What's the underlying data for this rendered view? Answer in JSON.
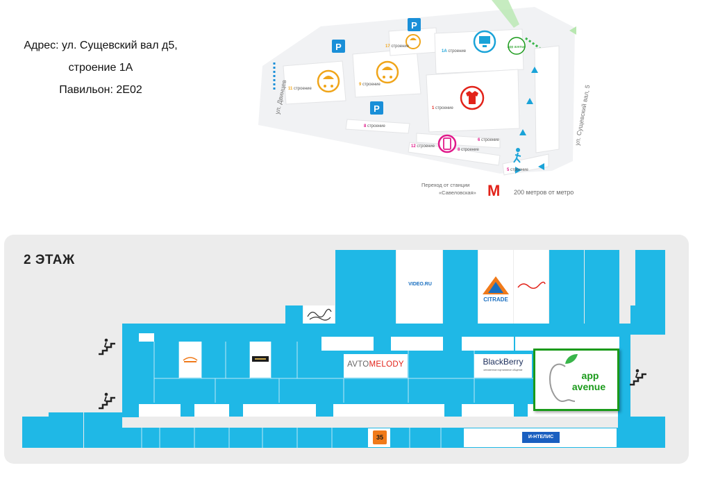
{
  "address": {
    "line1": "Адрес: ул. Сущевский вал д5,",
    "line2": "строение 1А",
    "line3": "Павильон: 2Е02"
  },
  "site_map": {
    "street_left": "ул. Двинцев",
    "street_right": "ул. Сущевский вал, 5",
    "buildings": [
      {
        "num": "11",
        "word": "строение"
      },
      {
        "num": "9",
        "word": "строение"
      },
      {
        "num": "17",
        "word": "строение"
      },
      {
        "num": "1А",
        "word": "строение"
      },
      {
        "num": "1",
        "word": "строение"
      },
      {
        "num": "8",
        "word": "строение"
      },
      {
        "num": "6",
        "word": "строение"
      },
      {
        "num": "8",
        "word": "строение"
      },
      {
        "num": "12",
        "word": "строение"
      },
      {
        "num": "5",
        "word": "строение"
      }
    ],
    "parking_symbol": "P",
    "metro_symbol": "M",
    "metro_text_1": "Переход от станции",
    "metro_text_2": "«Савеловская»",
    "metro_distance": "200 метров от метро",
    "store_marker": "app avenue"
  },
  "floor": {
    "title": "2 ЭТАЖ",
    "shops": {
      "video": "VIDEO.RU",
      "citrade": "CITRADE",
      "avtomelody_a": "AVTO",
      "avtomelody_b": "MELODY",
      "blackberry": "BlackBerry",
      "blackberry_sub": "мгновенное портативное общение",
      "app_line1": "app",
      "app_line2": "avenue",
      "intelis": "И-НТЕЛИС",
      "badge_35": "35"
    }
  },
  "colors": {
    "floor_blue": "#1fb8e6",
    "map_green": "#1a9a1a",
    "metro_red": "#e2231a",
    "parking_blue": "#1a8fd8",
    "icon_orange": "#f0a51a"
  }
}
